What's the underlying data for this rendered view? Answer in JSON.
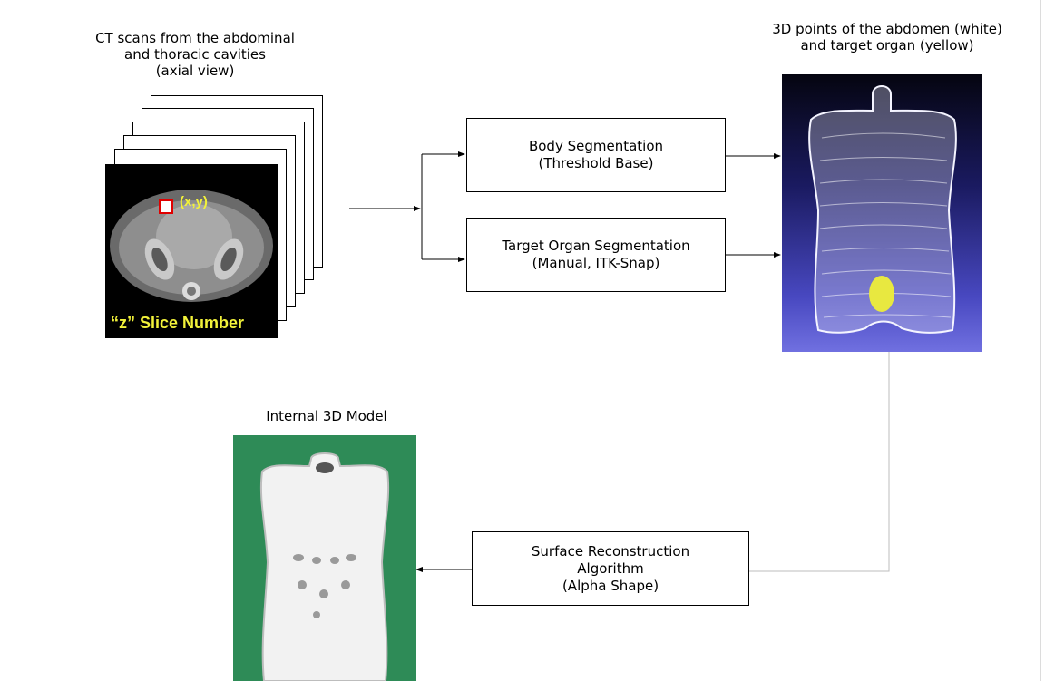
{
  "ct": {
    "caption_lines": [
      "CT scans from the abdominal",
      "and thoracic cavities",
      "(axial view)"
    ],
    "marker_label": "(x,y)",
    "slice_label": "“z” Slice Number"
  },
  "points": {
    "caption_lines": [
      "3D points of the abdomen (white)",
      "and target organ (yellow)"
    ]
  },
  "boxes": {
    "body_seg": [
      "Body Segmentation",
      "(Threshold Base)"
    ],
    "organ_seg": [
      "Target Organ Segmentation",
      "(Manual, ITK-Snap)"
    ],
    "surface_recon": [
      "Surface Reconstruction",
      "Algorithm",
      "(Alpha Shape)"
    ]
  },
  "model": {
    "caption": "Internal 3D Model"
  },
  "colors": {
    "ct_label": "#f2f23a",
    "model_background": "#2e8b57",
    "points_background": "#4848c0",
    "organ_points": "#e8e840"
  }
}
